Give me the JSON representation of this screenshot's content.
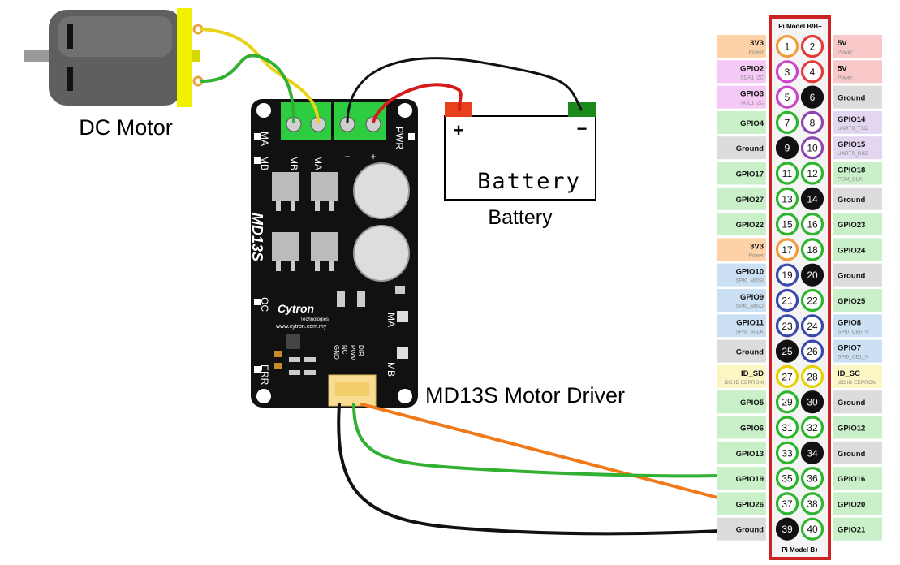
{
  "labels": {
    "motor": "DC Motor",
    "battery_caption": "Battery",
    "battery_body": "Battery",
    "battery_plus": "+",
    "battery_minus": "−",
    "driver": "MD13S Motor Driver"
  },
  "board": {
    "model": "MD13S",
    "brand": "Cytron",
    "brand_sub": "Technologies",
    "url": "www.cytron.com.my",
    "terminal_labels": [
      "MB",
      "MA",
      "−",
      "+"
    ],
    "side_labels": [
      "MA",
      "MB",
      "PWR",
      "OC",
      "ERR"
    ],
    "button_labels": [
      "MA",
      "MB"
    ],
    "header_labels": [
      "GND",
      "NC",
      "PWM",
      "DIR"
    ]
  },
  "pi": {
    "title_top": "Pi Model B/B+",
    "title_bottom": "Pi Model B+",
    "pins": [
      {
        "n": 1,
        "color": "#f39c3d",
        "fill": "#ffffff",
        "name": "3V3",
        "sub": "Power",
        "bg": "#fcd2a6"
      },
      {
        "n": 2,
        "color": "#e53935",
        "fill": "#ffffff",
        "name": "5V",
        "sub": "Power",
        "bg": "#f9c9c9"
      },
      {
        "n": 3,
        "color": "#cc44cc",
        "fill": "#ffffff",
        "name": "GPIO2",
        "sub": "SDA1 I2C",
        "bg": "#f5c9f5"
      },
      {
        "n": 4,
        "color": "#e53935",
        "fill": "#ffffff",
        "name": "5V",
        "sub": "Power",
        "bg": "#f9c9c9"
      },
      {
        "n": 5,
        "color": "#cc44cc",
        "fill": "#ffffff",
        "name": "GPIO3",
        "sub": "SCL1 I2C",
        "bg": "#f5c9f5"
      },
      {
        "n": 6,
        "color": "#111111",
        "fill": "#111111",
        "name": "Ground",
        "sub": "",
        "bg": "#dcdcdc"
      },
      {
        "n": 7,
        "color": "#2db52d",
        "fill": "#ffffff",
        "name": "GPIO4",
        "sub": "",
        "bg": "#c9f0c9"
      },
      {
        "n": 8,
        "color": "#8e44ad",
        "fill": "#ffffff",
        "name": "GPIO14",
        "sub": "UART0_TXD",
        "bg": "#e2d6f0"
      },
      {
        "n": 9,
        "color": "#111111",
        "fill": "#111111",
        "name": "Ground",
        "sub": "",
        "bg": "#dcdcdc"
      },
      {
        "n": 10,
        "color": "#8e44ad",
        "fill": "#ffffff",
        "name": "GPIO15",
        "sub": "UART0_RXD",
        "bg": "#e2d6f0"
      },
      {
        "n": 11,
        "color": "#2db52d",
        "fill": "#ffffff",
        "name": "GPIO17",
        "sub": "",
        "bg": "#c9f0c9"
      },
      {
        "n": 12,
        "color": "#2db52d",
        "fill": "#ffffff",
        "name": "GPIO18",
        "sub": "PCM_CLK",
        "bg": "#c9f0c9"
      },
      {
        "n": 13,
        "color": "#2db52d",
        "fill": "#ffffff",
        "name": "GPIO27",
        "sub": "",
        "bg": "#c9f0c9"
      },
      {
        "n": 14,
        "color": "#111111",
        "fill": "#111111",
        "name": "Ground",
        "sub": "",
        "bg": "#dcdcdc"
      },
      {
        "n": 15,
        "color": "#2db52d",
        "fill": "#ffffff",
        "name": "GPIO22",
        "sub": "",
        "bg": "#c9f0c9"
      },
      {
        "n": 16,
        "color": "#2db52d",
        "fill": "#ffffff",
        "name": "GPIO23",
        "sub": "",
        "bg": "#c9f0c9"
      },
      {
        "n": 17,
        "color": "#f39c3d",
        "fill": "#ffffff",
        "name": "3V3",
        "sub": "Power",
        "bg": "#fcd2a6"
      },
      {
        "n": 18,
        "color": "#2db52d",
        "fill": "#ffffff",
        "name": "GPIO24",
        "sub": "",
        "bg": "#c9f0c9"
      },
      {
        "n": 19,
        "color": "#3949ab",
        "fill": "#ffffff",
        "name": "GPIO10",
        "sub": "SPI0_MOSI",
        "bg": "#cbe0f2"
      },
      {
        "n": 20,
        "color": "#111111",
        "fill": "#111111",
        "name": "Ground",
        "sub": "",
        "bg": "#dcdcdc"
      },
      {
        "n": 21,
        "color": "#3949ab",
        "fill": "#ffffff",
        "name": "GPIO9",
        "sub": "SPI0_MISO",
        "bg": "#cbe0f2"
      },
      {
        "n": 22,
        "color": "#2db52d",
        "fill": "#ffffff",
        "name": "GPIO25",
        "sub": "",
        "bg": "#c9f0c9"
      },
      {
        "n": 23,
        "color": "#3949ab",
        "fill": "#ffffff",
        "name": "GPIO11",
        "sub": "SPI0_SCLK",
        "bg": "#cbe0f2"
      },
      {
        "n": 24,
        "color": "#3949ab",
        "fill": "#ffffff",
        "name": "GPIO8",
        "sub": "SPI0_CE0_N",
        "bg": "#cbe0f2"
      },
      {
        "n": 25,
        "color": "#111111",
        "fill": "#111111",
        "name": "Ground",
        "sub": "",
        "bg": "#dcdcdc"
      },
      {
        "n": 26,
        "color": "#3949ab",
        "fill": "#ffffff",
        "name": "GPIO7",
        "sub": "SPI0_CE1_N",
        "bg": "#cbe0f2"
      },
      {
        "n": 27,
        "color": "#e6d200",
        "fill": "#ffffff",
        "name": "ID_SD",
        "sub": "I2C ID EEPROM",
        "bg": "#fbf6c4"
      },
      {
        "n": 28,
        "color": "#e6d200",
        "fill": "#ffffff",
        "name": "ID_SC",
        "sub": "I2C ID EEPROM",
        "bg": "#fbf6c4"
      },
      {
        "n": 29,
        "color": "#2db52d",
        "fill": "#ffffff",
        "name": "GPIO5",
        "sub": "",
        "bg": "#c9f0c9"
      },
      {
        "n": 30,
        "color": "#111111",
        "fill": "#111111",
        "name": "Ground",
        "sub": "",
        "bg": "#dcdcdc"
      },
      {
        "n": 31,
        "color": "#2db52d",
        "fill": "#ffffff",
        "name": "GPIO6",
        "sub": "",
        "bg": "#c9f0c9"
      },
      {
        "n": 32,
        "color": "#2db52d",
        "fill": "#ffffff",
        "name": "GPIO12",
        "sub": "",
        "bg": "#c9f0c9"
      },
      {
        "n": 33,
        "color": "#2db52d",
        "fill": "#ffffff",
        "name": "GPIO13",
        "sub": "",
        "bg": "#c9f0c9"
      },
      {
        "n": 34,
        "color": "#111111",
        "fill": "#111111",
        "name": "Ground",
        "sub": "",
        "bg": "#dcdcdc"
      },
      {
        "n": 35,
        "color": "#2db52d",
        "fill": "#ffffff",
        "name": "GPIO19",
        "sub": "",
        "bg": "#c9f0c9"
      },
      {
        "n": 36,
        "color": "#2db52d",
        "fill": "#ffffff",
        "name": "GPIO16",
        "sub": "",
        "bg": "#c9f0c9"
      },
      {
        "n": 37,
        "color": "#2db52d",
        "fill": "#ffffff",
        "name": "GPIO26",
        "sub": "",
        "bg": "#c9f0c9"
      },
      {
        "n": 38,
        "color": "#2db52d",
        "fill": "#ffffff",
        "name": "GPIO20",
        "sub": "",
        "bg": "#c9f0c9"
      },
      {
        "n": 39,
        "color": "#111111",
        "fill": "#111111",
        "name": "Ground",
        "sub": "",
        "bg": "#dcdcdc"
      },
      {
        "n": 40,
        "color": "#2db52d",
        "fill": "#ffffff",
        "name": "GPIO21",
        "sub": "",
        "bg": "#c9f0c9"
      }
    ]
  },
  "colors": {
    "board": "#111111",
    "terminal": "#2ecc40",
    "motor_cap": "#f2f200",
    "wire_yellow": "#e8d21a",
    "wire_green": "#32b032",
    "wire_black": "#111111",
    "wire_red": "#d61a1a",
    "wire_orange": "#f07a1a",
    "header_frame": "#cc2222",
    "battery_red": "#e8401c",
    "battery_green": "#1a8a1a"
  }
}
